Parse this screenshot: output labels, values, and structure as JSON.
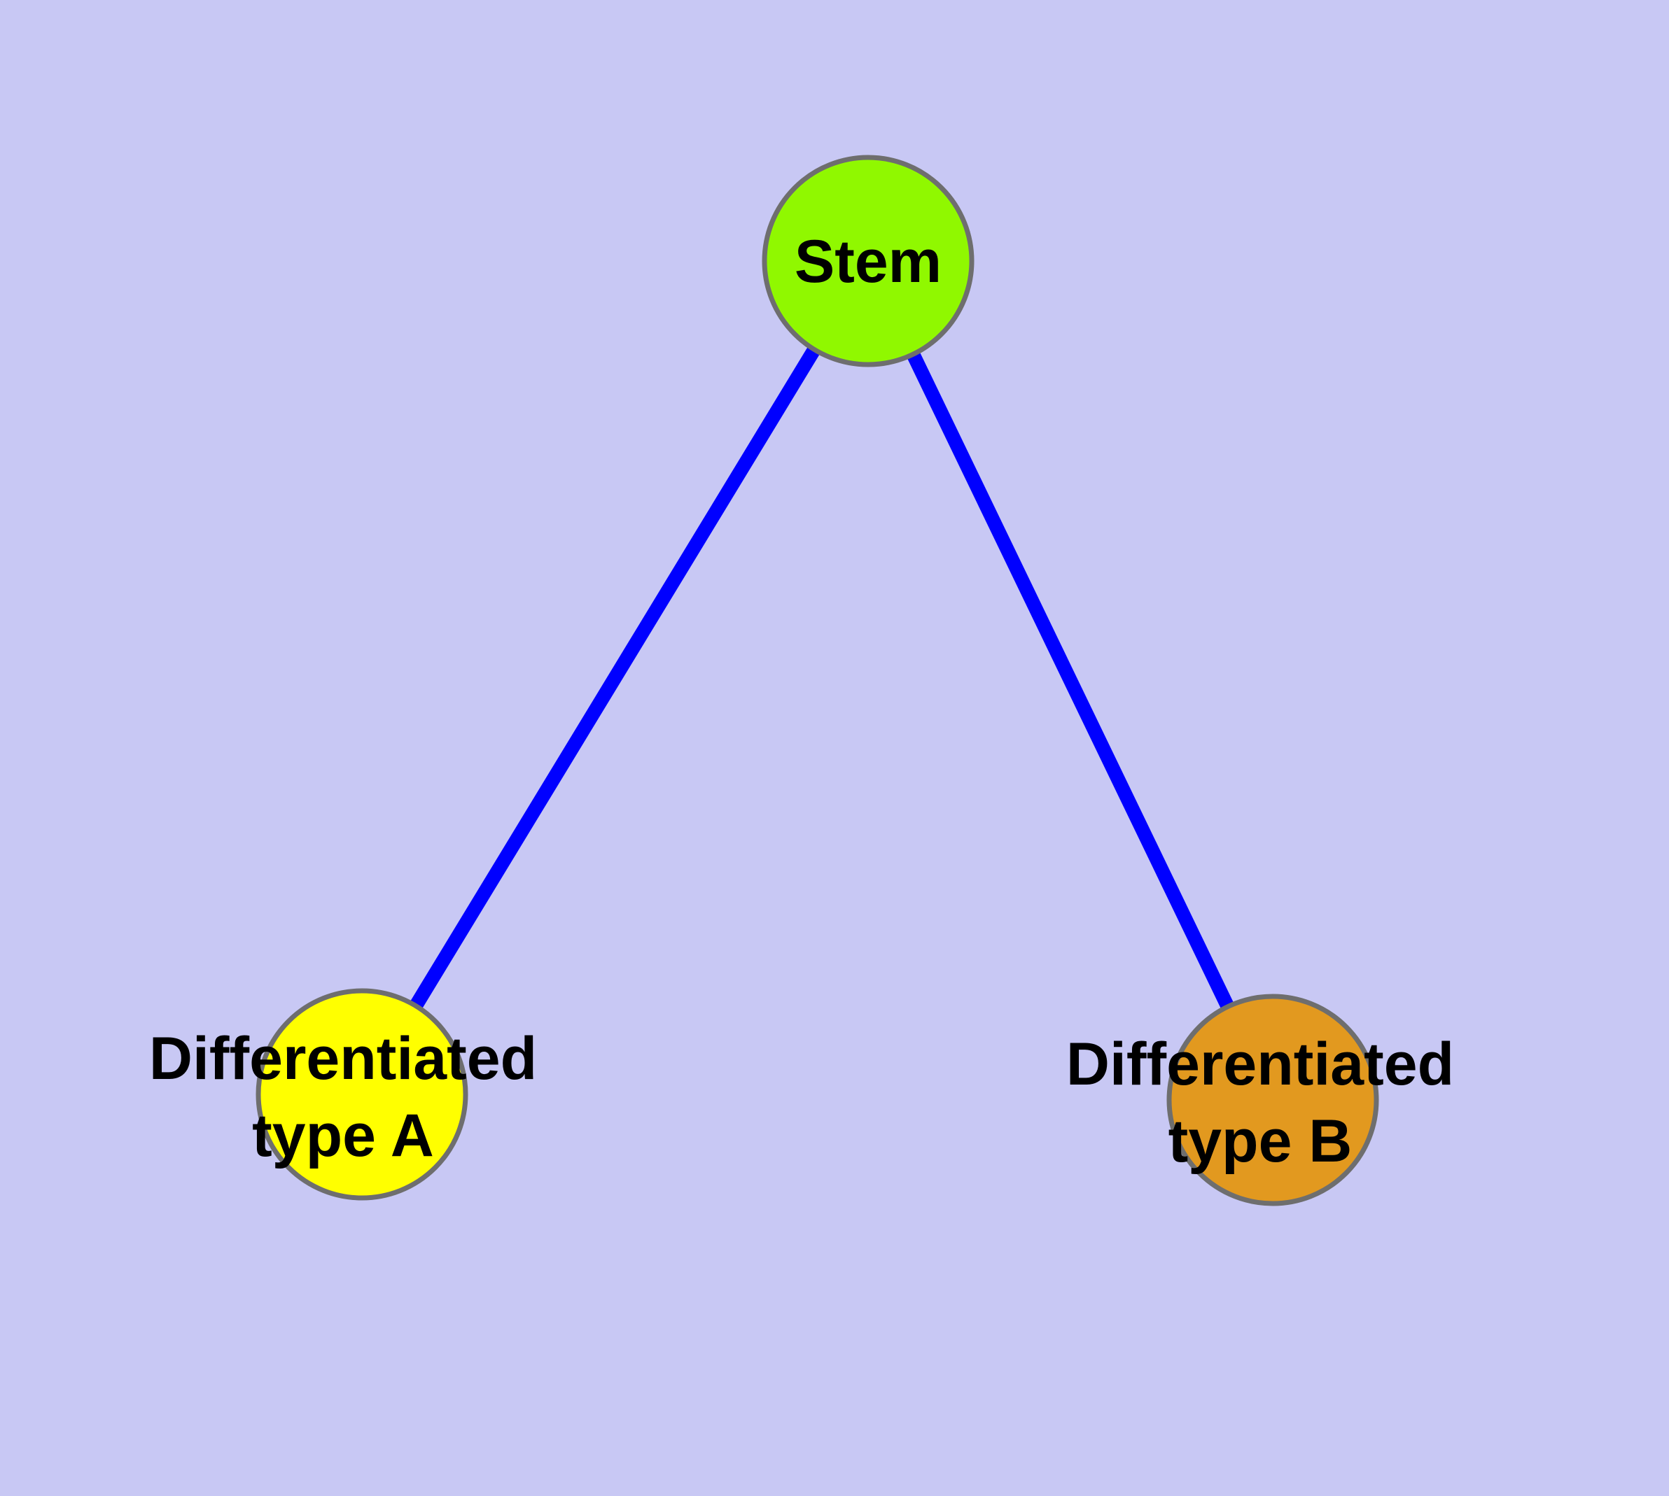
{
  "diagram": {
    "description": "Stem cell differentiation graph: one stem node connected to two differentiated cell-type nodes",
    "background_color": "#C8C8F4",
    "edge_color": "#0000FF",
    "node_border_color": "#6E6E6E",
    "label_color": "#000000",
    "nodes": [
      {
        "id": "stem",
        "label": "Stem",
        "fill": "#90F800"
      },
      {
        "id": "differentiated-type-a",
        "label_line1": "Differentiated",
        "label_line2": "type A",
        "fill": "#FFFF00"
      },
      {
        "id": "differentiated-type-b",
        "label_line1": "Differentiated",
        "label_line2": "type B",
        "fill": "#E2991F"
      }
    ],
    "edges": [
      {
        "from": "stem",
        "to": "differentiated-type-a"
      },
      {
        "from": "stem",
        "to": "differentiated-type-b"
      }
    ]
  }
}
